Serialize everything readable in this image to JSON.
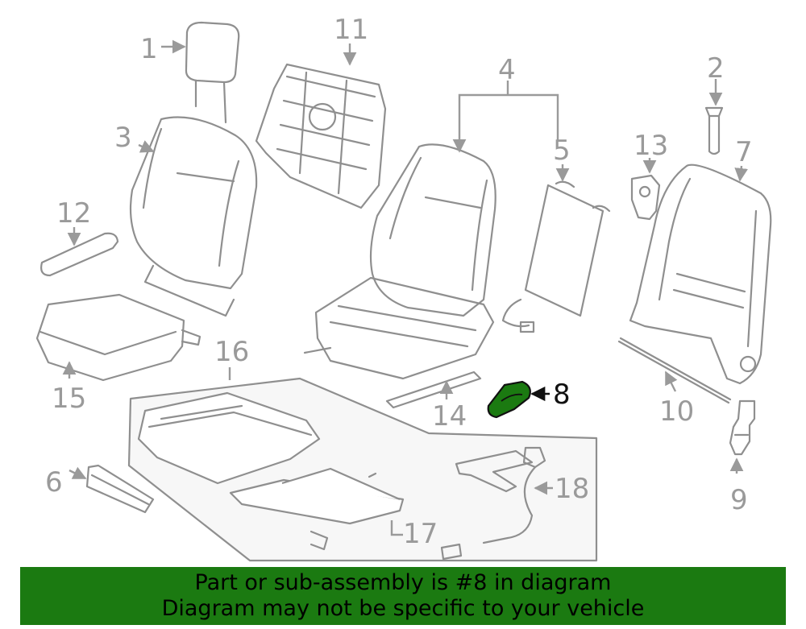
{
  "callouts": {
    "c1": "1",
    "c2": "2",
    "c3": "3",
    "c4": "4",
    "c5": "5",
    "c6": "6",
    "c7": "7",
    "c8": "8",
    "c9": "9",
    "c10": "10",
    "c11": "11",
    "c12": "12",
    "c13": "13",
    "c14": "14",
    "c15": "15",
    "c16": "16",
    "c17": "17",
    "c18": "18"
  },
  "highlight": {
    "part": "8",
    "color": "#1b7a11"
  },
  "banner": {
    "line1": "Part or sub-assembly is #8 in diagram",
    "line2": "Diagram may not be specific to your vehicle",
    "color": "#1b7a11"
  }
}
